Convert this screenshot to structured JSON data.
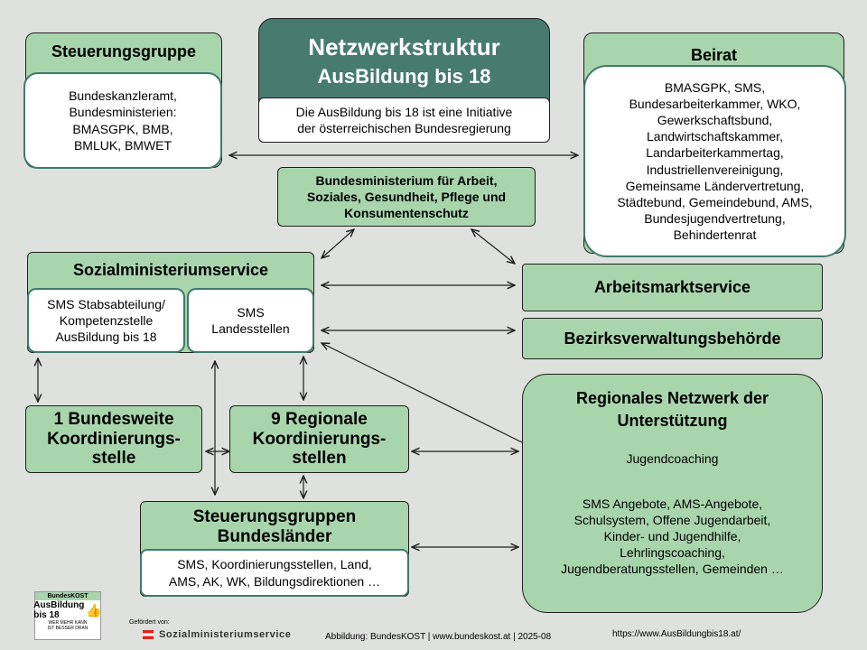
{
  "title": {
    "line1": "Netzwerkstruktur",
    "line2": "AusBildung bis 18",
    "desc_line1": "Die AusBildung bis 18 ist eine Initiative",
    "desc_line2": "der österreichischen Bundesregierung"
  },
  "steuerungsgruppe": {
    "heading": "Steuerungsgruppe",
    "lines": [
      "Bundeskanzleramt,",
      "Bundesministerien:",
      "BMASGPK, BMB,",
      "BMLUK, BMWET"
    ]
  },
  "beirat": {
    "heading": "Beirat",
    "lines": [
      "BMASGPK, SMS,",
      "Bundesarbeiterkammer, WKO,",
      "Gewerkschaftsbund,",
      "Landwirtschaftskammer,",
      "Landarbeiterkammertag,",
      "Industriellenvereinigung,",
      "Gemeinsame Ländervertretung,",
      "Städtebund, Gemeindebund, AMS,",
      "Bundesjugendvertretung,",
      "Behindertenrat"
    ]
  },
  "ministerium": {
    "lines": [
      "Bundesministerium für Arbeit,",
      "Soziales, Gesundheit, Pflege und",
      "Konsumentenschutz"
    ]
  },
  "sms": {
    "heading": "Sozialministeriumservice",
    "left_lines": [
      "SMS Stabsabteilung/",
      "Kompetenzstelle",
      "AusBildung bis 18"
    ],
    "right_lines": [
      "SMS",
      "Landesstellen"
    ]
  },
  "ams": {
    "label": "Arbeitsmarktservice"
  },
  "bvb": {
    "label": "Bezirksverwaltungsbehörde"
  },
  "bundesweite": {
    "lines": [
      "1 Bundesweite",
      "Koordinierungs-",
      "stelle"
    ]
  },
  "regionale_ks": {
    "lines": [
      "9 Regionale",
      "Koordinierungs-",
      "stellen"
    ]
  },
  "regionales_netzwerk": {
    "heading_line1": "Regionales Netzwerk der",
    "heading_line2": "Unterstützung",
    "jugendcoaching": "Jugendcoaching",
    "lines": [
      "SMS Angebote, AMS-Angebote,",
      "Schulsystem, Offene Jugendarbeit,",
      "Kinder- und Jugendhilfe,",
      "Lehrlingscoaching,",
      "Jugendberatungsstellen, Gemeinden …"
    ]
  },
  "steuerungsgruppen_bl": {
    "heading_line1": "Steuerungsgruppen",
    "heading_line2": "Bundesländer",
    "lines": [
      "SMS, Koordinierungsstellen, Land,",
      "AMS, AK, WK, Bildungsdirektionen …"
    ]
  },
  "footer": {
    "logo_top": "BundesKOST",
    "logo_line1": "AusBildung",
    "logo_line2": "bis 18",
    "logo_small1": "WER MEHR KANN",
    "logo_small2": "IST BESSER DRAN",
    "gefoerdert": "Gefördert von:",
    "sponsor": "Sozialministeriumservice",
    "credit": "Abbildung: BundesKOST | www.bundeskost.at | 2025-08",
    "url": "https://www.AusBildungbis18.at/"
  },
  "colors": {
    "background": "#dfe1df",
    "green": "#a9d5ad",
    "teal": "#477b70",
    "border": "#1f1f1f",
    "austria_red": "#e2231a"
  }
}
